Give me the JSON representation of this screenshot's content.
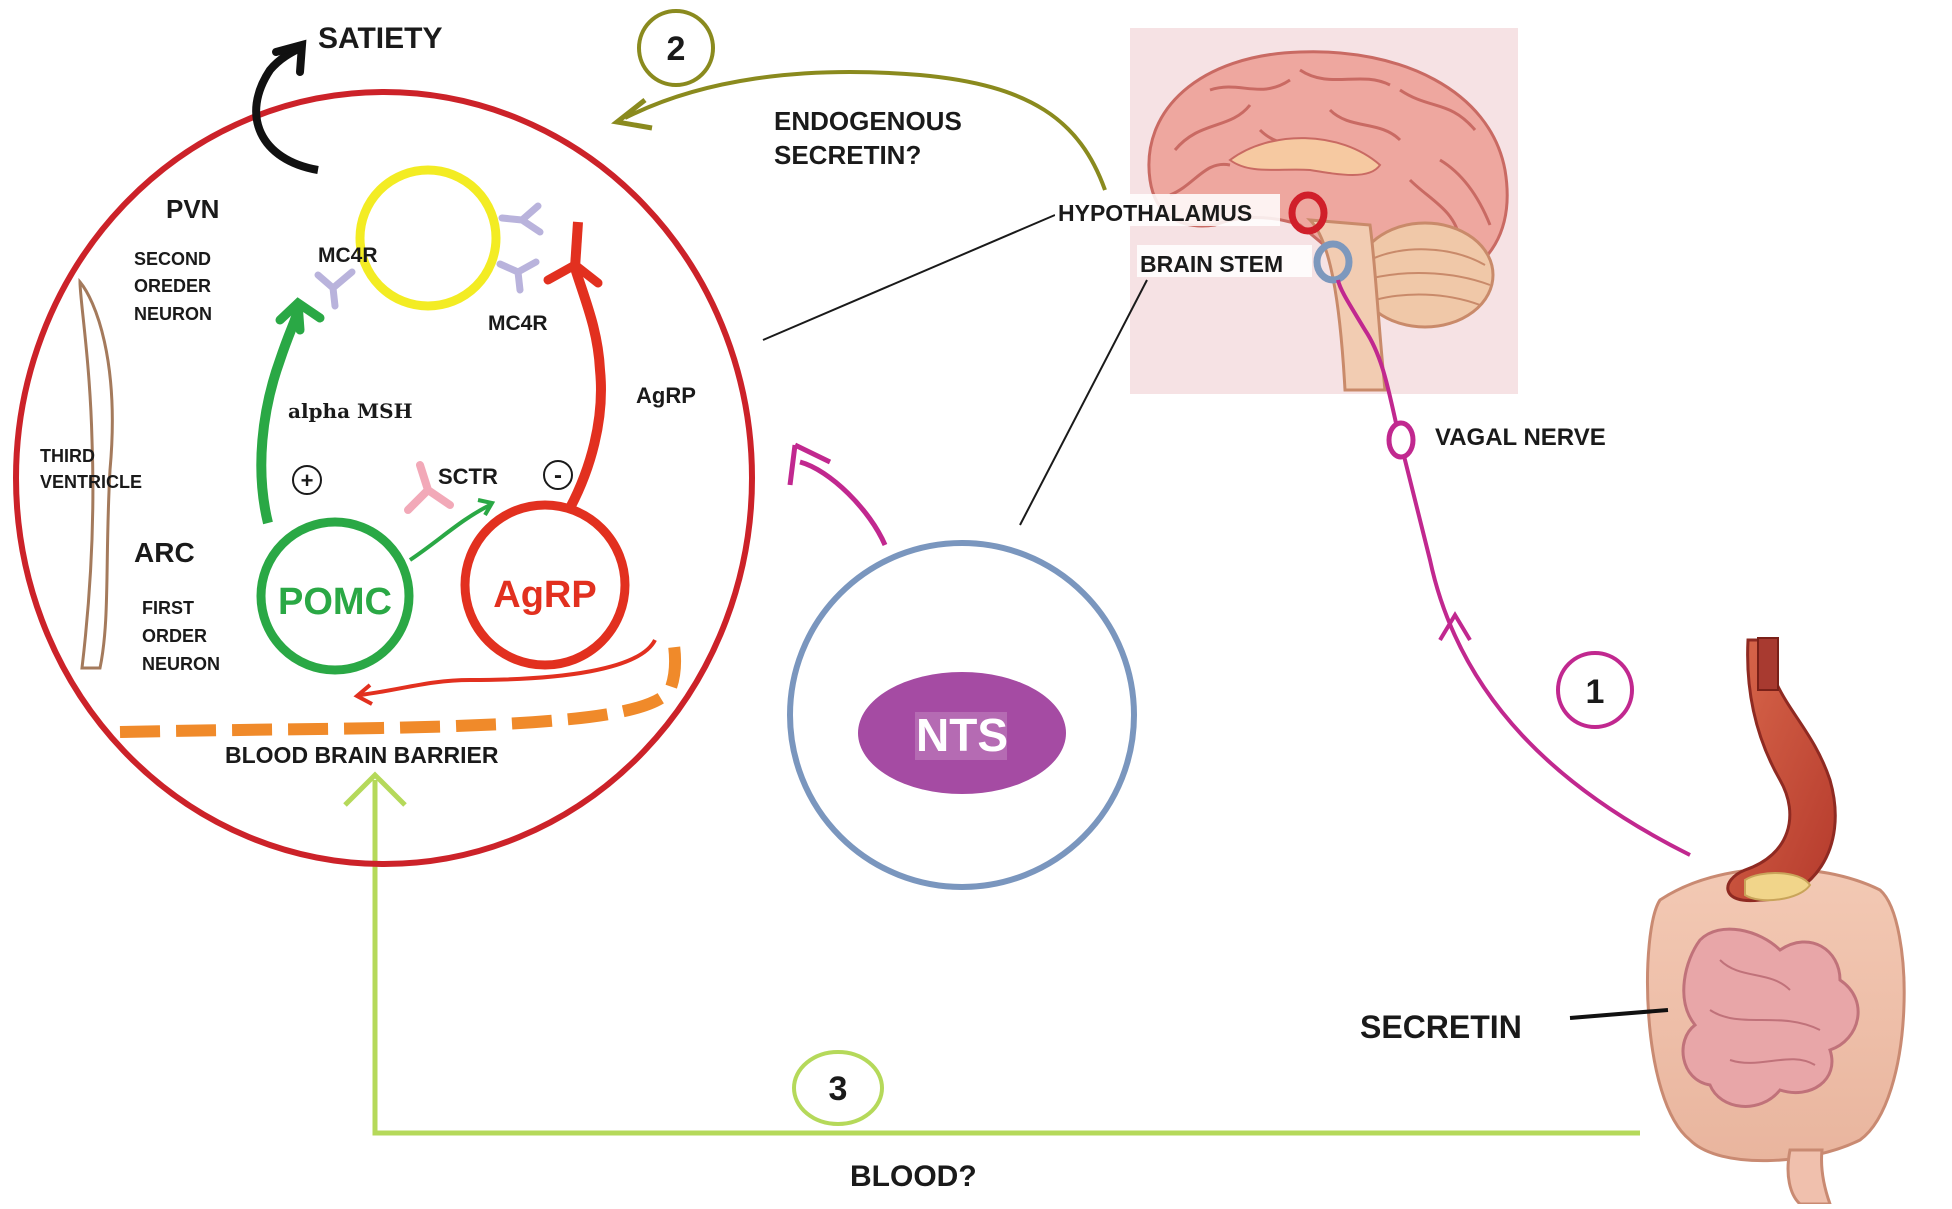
{
  "labels": {
    "satiety": "SATIETY",
    "pvn": "PVN",
    "second_order_neuron": [
      "SECOND",
      "OREDER",
      "NEURON"
    ],
    "mc4r_left": "MC4R",
    "mc4r_right": "MC4R",
    "alpha_msh": "alpha MSH",
    "agrp_label": "AgRP",
    "third_ventricle": [
      "THIRD",
      "VENTRICLE"
    ],
    "sctr": "SCTR",
    "plus": "+",
    "minus": "-",
    "arc": "ARC",
    "first_order_neuron": [
      "FIRST",
      "ORDER",
      "NEURON"
    ],
    "pomc": "POMC",
    "agrp_neuron": "AgRP",
    "blood_brain_barrier": "BLOOD BRAIN BARRIER",
    "endogenous_secretin": [
      "ENDOGENOUS",
      "SECRETIN?"
    ],
    "hypothalamus": "HYPOTHALAMUS",
    "brain_stem": "BRAIN STEM",
    "vagal_nerve": "VAGAL NERVE",
    "nts": "NTS",
    "secretin": "SECRETIN",
    "blood": "BLOOD?",
    "step1": "1",
    "step2": "2",
    "step3": "3"
  },
  "colors": {
    "outer_circle": "#cc2229",
    "pomc": "#2aa845",
    "agrp": "#e2301f",
    "pvn_neuron": "#f3ec23",
    "mc4r_receptor": "#b9b3dc",
    "sctr_receptor": "#f2a9b8",
    "pathway_1": "#c1288f",
    "pathway_2": "#8a8a1e",
    "pathway_3": "#b5d95a",
    "bbb": "#f08a2a",
    "nts_circle": "#7a96be",
    "nts_oval": "#a54ba3",
    "third_ventricle": "#a47a5c"
  }
}
